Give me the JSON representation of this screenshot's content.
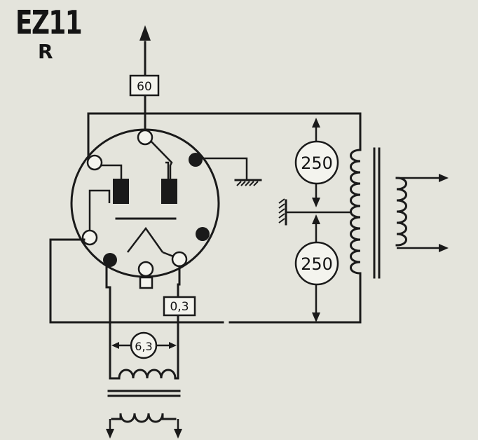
{
  "header": {
    "tube_type": "EZ11",
    "suffix": "R"
  },
  "labels": {
    "output_current": "60",
    "anode_voltage_top": "250",
    "anode_voltage_bottom": "250",
    "heater_current": "0,3",
    "heater_voltage": "6,3"
  },
  "colors": {
    "ink": "#1a1a1a",
    "paper": "#e4e4dc",
    "box_fill": "#f4f4ee"
  }
}
